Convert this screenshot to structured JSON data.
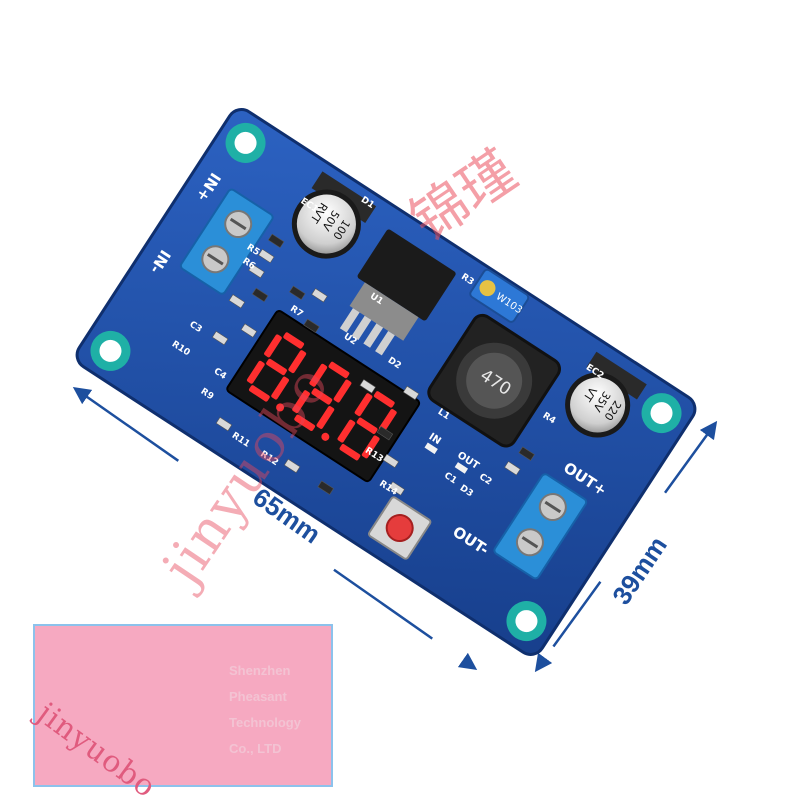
{
  "dimensions": {
    "length": "65mm",
    "width": "39mm"
  },
  "board": {
    "terminals": {
      "input_pos": "IN+",
      "input_neg": "IN-",
      "output_pos": "OUT+",
      "output_neg": "OUT-"
    },
    "capacitor_in": {
      "line1": "100",
      "line2": "50V",
      "line3": "RVT"
    },
    "capacitor_out": {
      "line1": "220",
      "line2": "35V",
      "line3": "VT"
    },
    "inductor": "470",
    "potentiometer": "W103",
    "led_labels": {
      "in": "IN",
      "out": "OUT"
    },
    "silk_labels": [
      "D1",
      "EC1",
      "R5",
      "R6",
      "U2",
      "C3",
      "R10",
      "C4",
      "R7",
      "D2",
      "R3",
      "U1",
      "L1",
      "R4",
      "EC2",
      "C2",
      "C1",
      "R13",
      "R14",
      "D3",
      "R11",
      "R12",
      "R9"
    ],
    "display_digits": "8.8.8"
  },
  "watermarks": {
    "diagonal": "jinyuobo",
    "cjk": "锦瑾"
  },
  "stamp": {
    "signature": "jinyuobo",
    "company_lines": [
      "Shenzhen",
      "Pheasant",
      "Technology",
      "Co., LTD"
    ]
  },
  "colors": {
    "pcb": "#1e4fa8",
    "dimension": "#1d4f9e",
    "stamp_bg": "#f6a9c1",
    "display": "#ff2f2f"
  }
}
